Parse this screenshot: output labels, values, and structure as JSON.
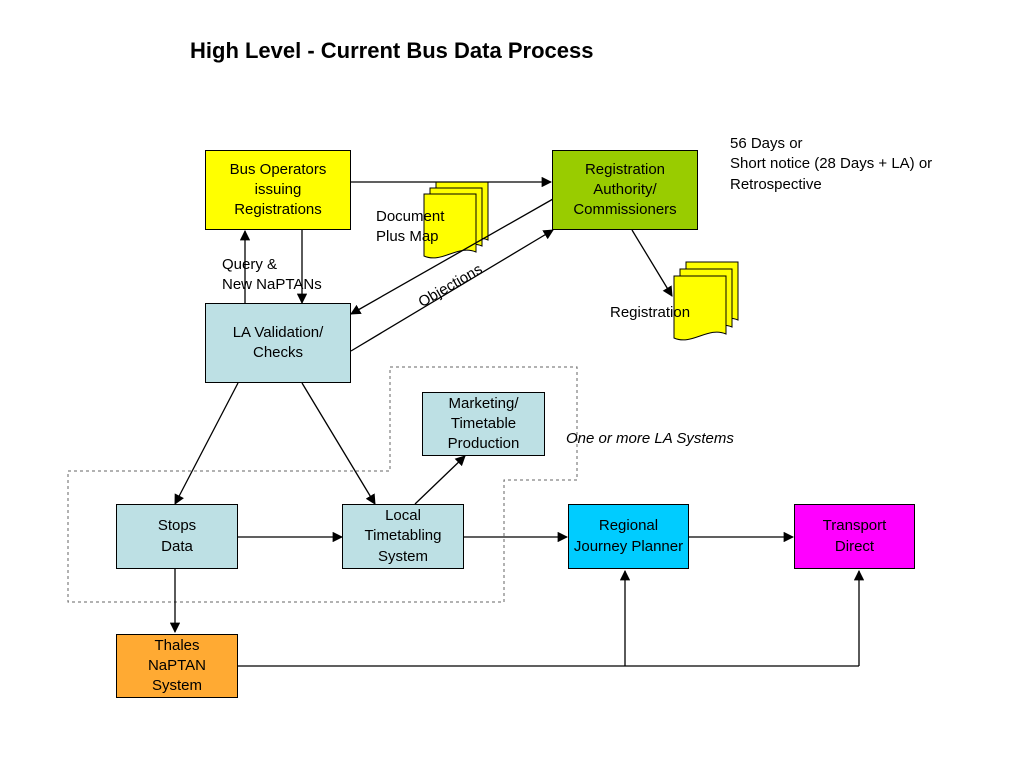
{
  "title": "High Level - Current Bus Data Process",
  "colors": {
    "yellow": "#ffff00",
    "green": "#99cc00",
    "lightblue": "#bde0e4",
    "cyan": "#00ccff",
    "magenta": "#ff00ff",
    "orange": "#ffaa33"
  },
  "nodes": {
    "bus_operators": {
      "lines": [
        "Bus Operators",
        "issuing",
        "Registrations"
      ]
    },
    "registration_authority": {
      "lines": [
        "Registration",
        "Authority/",
        "Commissioners"
      ]
    },
    "la_validation": {
      "lines": [
        "LA Validation/",
        "Checks"
      ]
    },
    "marketing": {
      "lines": [
        "Marketing/",
        "Timetable",
        "Production"
      ]
    },
    "stops_data": {
      "lines": [
        "Stops",
        "Data"
      ]
    },
    "local_timetabling": {
      "lines": [
        "Local",
        "Timetabling",
        "System"
      ]
    },
    "regional_planner": {
      "lines": [
        "Regional",
        "Journey Planner"
      ]
    },
    "transport_direct": {
      "lines": [
        "Transport",
        "Direct"
      ]
    },
    "thales": {
      "lines": [
        "Thales",
        "NaPTAN",
        "System"
      ]
    }
  },
  "labels": {
    "days_note": [
      "56 Days or",
      "Short notice (28 Days + LA) or",
      "Retrospective"
    ],
    "document_plus_map": [
      "Document",
      "Plus Map"
    ],
    "query": [
      "Query &",
      "New NaPTANs"
    ],
    "objections": "Objections",
    "registration": "Registration",
    "la_systems": "One or more LA Systems"
  }
}
